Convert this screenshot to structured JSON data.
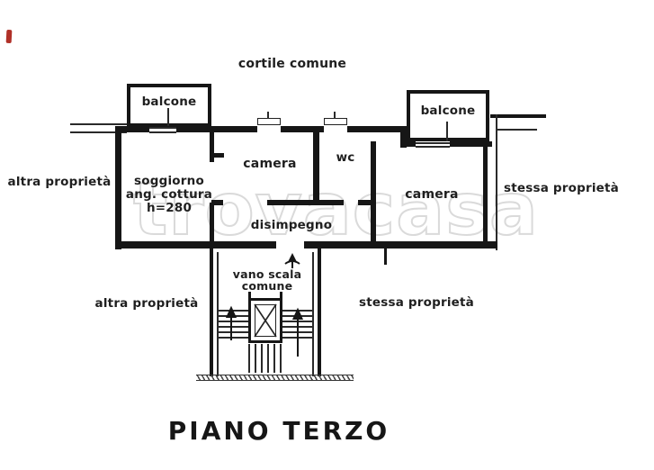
{
  "plan": {
    "caption": "PIANO TERZO",
    "watermark": "trovacasa",
    "labels": {
      "cortile": "cortile comune",
      "balcone_left": "balcone",
      "balcone_right": "balcone",
      "camera_left": "camera",
      "camera_right": "camera",
      "wc": "wc",
      "soggiorno_line1": "soggiorno",
      "soggiorno_line2": "ang. cottura",
      "soggiorno_line3": "h=280",
      "disimpegno": "disimpegno",
      "vano_scala_line1": "vano scala",
      "vano_scala_line2": "comune",
      "altra_upper": "altra proprietà",
      "altra_lower": "altra proprietà",
      "stessa_upper": "stessa proprietà",
      "stessa_lower": "stessa proprietà"
    },
    "colors": {
      "wall": "#161616",
      "watermark": "#dadada",
      "red_mark": "#b03028"
    }
  }
}
